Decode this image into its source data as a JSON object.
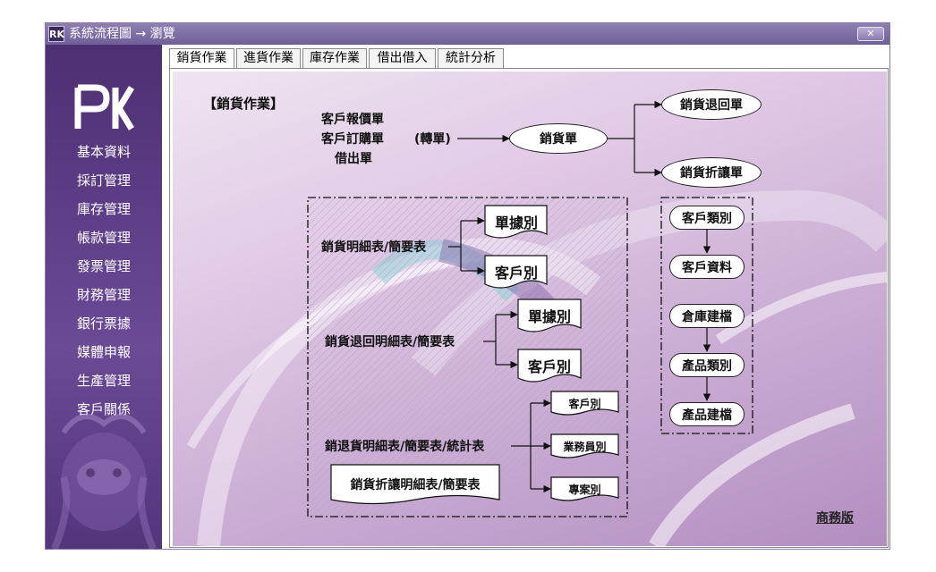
{
  "window": {
    "title": "系統流程圖 → 瀏覽",
    "app_icon": "RK",
    "close_label": "✕"
  },
  "sidebar": {
    "logo": "PK",
    "items": [
      {
        "label": "基本資料"
      },
      {
        "label": "採訂管理"
      },
      {
        "label": "庫存管理"
      },
      {
        "label": "帳款管理"
      },
      {
        "label": "發票管理"
      },
      {
        "label": "財務管理"
      },
      {
        "label": "銀行票據"
      },
      {
        "label": "媒體申報"
      },
      {
        "label": "生產管理"
      },
      {
        "label": "客戶關係"
      }
    ]
  },
  "tabs": [
    {
      "label": "銷貨作業",
      "active": true
    },
    {
      "label": "進貨作業",
      "active": false
    },
    {
      "label": "庫存作業",
      "active": false
    },
    {
      "label": "借出借入",
      "active": false
    },
    {
      "label": "統計分析",
      "active": false
    }
  ],
  "diagram": {
    "section_title": "【銷貨作業】",
    "sources": [
      "客戶報價單",
      "客戶訂購單",
      "借出單"
    ],
    "transfer_label": "(轉單)",
    "main_node": "銷貨單",
    "return_node": "銷貨退回單",
    "discount_node": "銷貨折讓單",
    "report_groups": [
      {
        "label": "銷貨明細表/簡要表",
        "outputs": [
          "單據別",
          "客戶別"
        ]
      },
      {
        "label": "銷貨退回明細表/簡要表",
        "outputs": [
          "單據別",
          "客戶別"
        ]
      },
      {
        "label": "銷退貨明細表/簡要表/統計表",
        "outputs": [
          "客戶別",
          "業務員別",
          "專案別"
        ]
      }
    ],
    "discount_report": "銷貨折讓明細表/簡要表",
    "master_data": [
      "客戶類別",
      "客戶資料",
      "倉庫建檔",
      "產品類別",
      "產品建檔"
    ],
    "edition": "商務版"
  }
}
